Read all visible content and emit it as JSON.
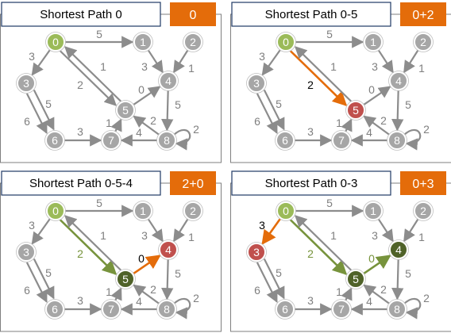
{
  "colors": {
    "gray_edge": "#8c8c8c",
    "gray_node": "#a6a6a6",
    "gray_node_stroke": "#ffffff",
    "label_gray": "#7f7f7f",
    "green_edge": "#77933c",
    "green_node": "#9bbb59",
    "dark_green_node": "#4f6228",
    "orange_edge": "#e46c0a",
    "red_node": "#c0504d",
    "dark_label": "#000000",
    "badge": "#e46c0a",
    "title_border": "#1f3864",
    "panel_border": "#7f7f7f"
  },
  "panels": [
    {
      "title": "Shortest Path 0",
      "badge": "0",
      "node_styles": {
        "0": "start"
      },
      "edge_styles": {},
      "dark_labels": []
    },
    {
      "title": "Shortest Path 0-5",
      "badge": "0+2",
      "node_styles": {
        "0": "start",
        "5": "current"
      },
      "edge_styles": {
        "0-5": "orange"
      },
      "dark_labels": [
        "0-5"
      ]
    },
    {
      "title": "Shortest Path 0-5-4",
      "badge": "2+0",
      "node_styles": {
        "0": "start",
        "5": "done",
        "4": "current"
      },
      "edge_styles": {
        "0-5": "green",
        "5-4": "orange"
      },
      "dark_labels": [
        "5-4"
      ]
    },
    {
      "title": "Shortest Path 0-3",
      "badge": "0+3",
      "node_styles": {
        "0": "start",
        "5": "done",
        "4": "done",
        "3": "current"
      },
      "edge_styles": {
        "0-5": "green",
        "5-4": "green",
        "0-3": "orange"
      },
      "dark_labels": [
        "0-3"
      ]
    }
  ],
  "graph": {
    "nodes": [
      "0",
      "1",
      "2",
      "3",
      "4",
      "5",
      "6",
      "7",
      "8"
    ],
    "edges": [
      {
        "id": "0-1",
        "from": "0",
        "to": "1",
        "weight": "5"
      },
      {
        "id": "0-3",
        "from": "0",
        "to": "3",
        "weight": "3"
      },
      {
        "id": "0-5",
        "from": "0",
        "to": "5",
        "weight": "2"
      },
      {
        "id": "5-0",
        "from": "5",
        "to": "0",
        "weight": "1"
      },
      {
        "id": "1-4",
        "from": "1",
        "to": "4",
        "weight": "3"
      },
      {
        "id": "2-4",
        "from": "2",
        "to": "4",
        "weight": "1"
      },
      {
        "id": "3-6a",
        "from": "3",
        "to": "6",
        "weight": "6"
      },
      {
        "id": "3-6b",
        "from": "3",
        "to": "6",
        "weight": "5"
      },
      {
        "id": "5-4",
        "from": "5",
        "to": "4",
        "weight": "0"
      },
      {
        "id": "4-8",
        "from": "4",
        "to": "8",
        "weight": "5"
      },
      {
        "id": "6-7",
        "from": "6",
        "to": "7",
        "weight": "3"
      },
      {
        "id": "7-5",
        "from": "7",
        "to": "5",
        "weight": "1"
      },
      {
        "id": "8-7",
        "from": "8",
        "to": "7",
        "weight": "4"
      },
      {
        "id": "8-5",
        "from": "8",
        "to": "5",
        "weight": "2"
      },
      {
        "id": "8-8",
        "from": "8",
        "to": "8",
        "weight": "2"
      }
    ]
  }
}
